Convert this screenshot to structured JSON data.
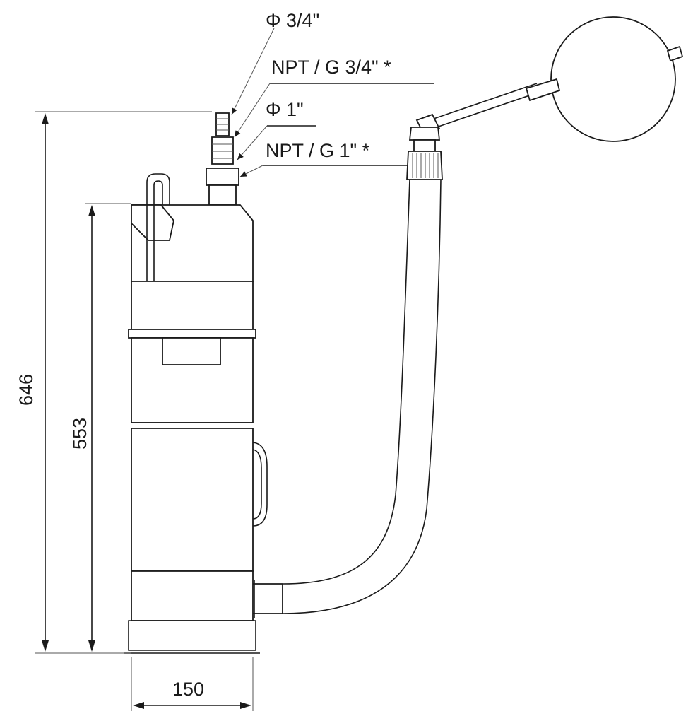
{
  "labels": {
    "outlet_diameter": "Φ 3/4\"",
    "outlet_thread": "NPT / G 3/4\" *",
    "hose_diameter": "Φ 1\"",
    "hose_thread": "NPT / G 1\" *"
  },
  "dimensions": {
    "total_height": "646",
    "body_height": "553",
    "width": "150"
  },
  "colors": {
    "line": "#1a1a1a",
    "background": "#ffffff"
  }
}
